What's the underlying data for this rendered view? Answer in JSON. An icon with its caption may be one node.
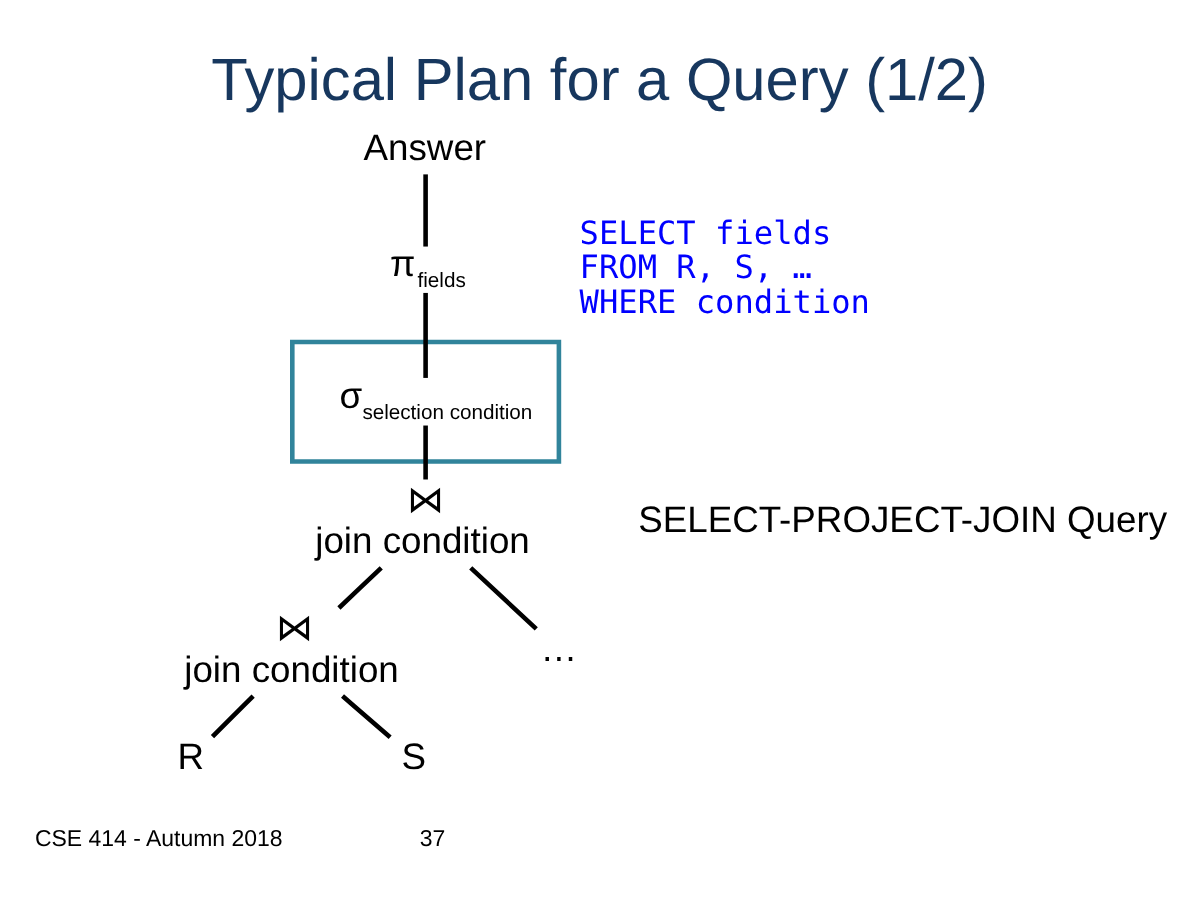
{
  "diagram": {
    "title": "Typical Plan for a Query (1/2)",
    "nodes": [
      {
        "text": [
          "Answer"
        ]
      },
      {
        "text": [
          "π$_{fields}$"
        ]
      },
      {
        "text": [],
        "shape": "box"
      },
      {
        "text": [
          "σ$_{selection condition}$"
        ],
        "in": 2
      },
      {
        "text": [
          "⋈",
          "join condition"
        ]
      },
      {
        "text": [
          "⋈",
          "join condition"
        ]
      },
      {
        "text": [
          "…"
        ]
      },
      {
        "text": [
          "R"
        ]
      },
      {
        "text": [
          "S"
        ]
      }
    ],
    "edges": [
      {
        "from": 0,
        "to": 1,
        "arrow": "none"
      },
      {
        "from": 1,
        "to": 3,
        "arrow": "none"
      },
      {
        "from": 3,
        "to": 4,
        "arrow": "none"
      },
      {
        "from": 4,
        "to": 5,
        "arrow": "none"
      },
      {
        "from": 4,
        "to": 6,
        "arrow": "none"
      },
      {
        "from": 5,
        "to": 7,
        "arrow": "none"
      },
      {
        "from": 5,
        "to": 8,
        "arrow": "none"
      }
    ],
    "labels": [
      "SELECT fields",
      "FROM R, S, …",
      "WHERE condition",
      "SELECT-PROJECT-JOIN Query",
      "CSE 414 - Autumn 2018",
      "37"
    ]
  }
}
